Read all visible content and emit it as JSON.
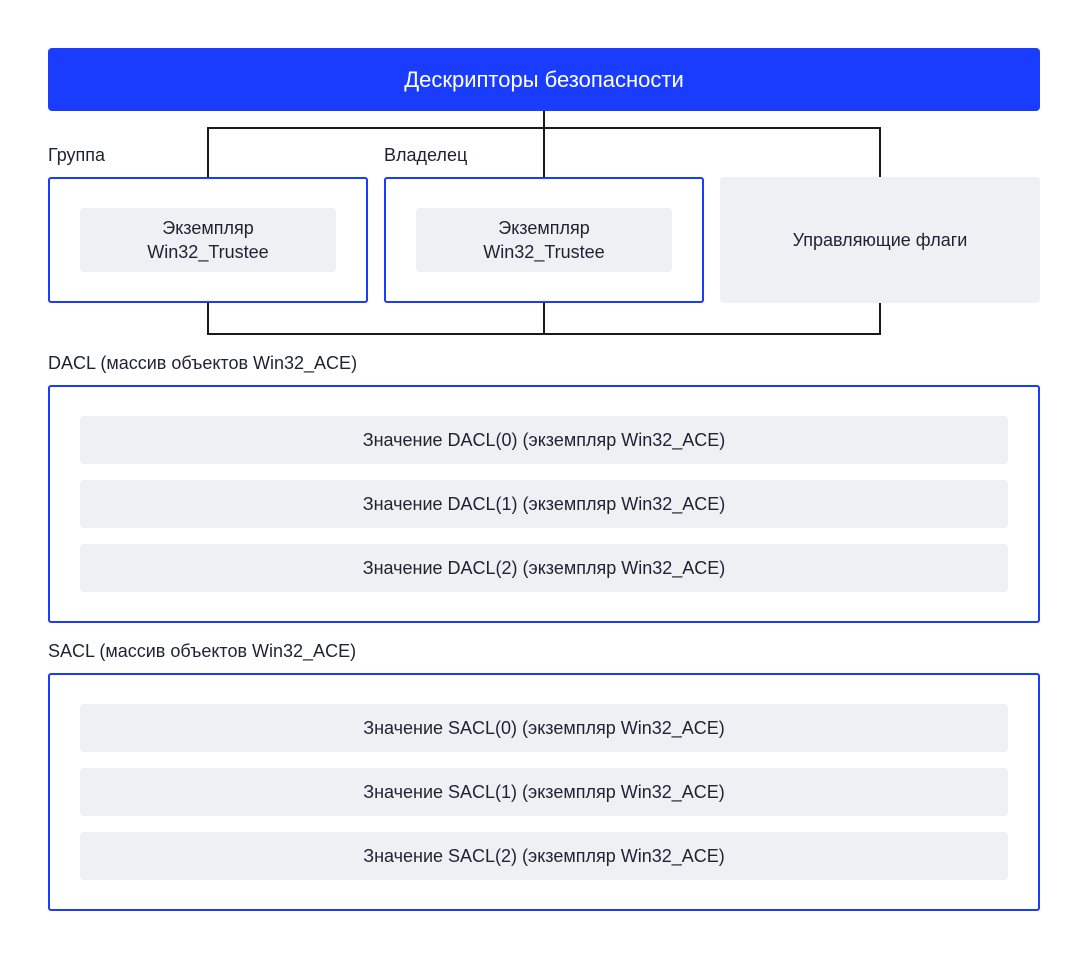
{
  "header": {
    "title": "Дескрипторы безопасности"
  },
  "group": {
    "label": "Группа",
    "instance_line1": "Экземпляр",
    "instance_line2": "Win32_Trustee"
  },
  "owner": {
    "label": "Владелец",
    "instance_line1": "Экземпляр",
    "instance_line2": "Win32_Trustee"
  },
  "control_flags": {
    "label": "Управляющие флаги"
  },
  "dacl": {
    "label": "DACL (массив объектов Win32_ACE)",
    "items": [
      "Значение DACL(0) (экземпляр Win32_ACE)",
      "Значение DACL(1) (экземпляр Win32_ACE)",
      "Значение DACL(2) (экземпляр Win32_ACE)"
    ]
  },
  "sacl": {
    "label": "SACL (массив объектов Win32_ACE)",
    "items": [
      "Значение SACL(0) (экземпляр Win32_ACE)",
      "Значение SACL(1) (экземпляр Win32_ACE)",
      "Значение SACL(2) (экземпляр Win32_ACE)"
    ]
  },
  "colors": {
    "accent": "#1a3cff",
    "box_fill": "#eff0f4",
    "connector": "#1a1a1a",
    "text": "#1f2233"
  }
}
